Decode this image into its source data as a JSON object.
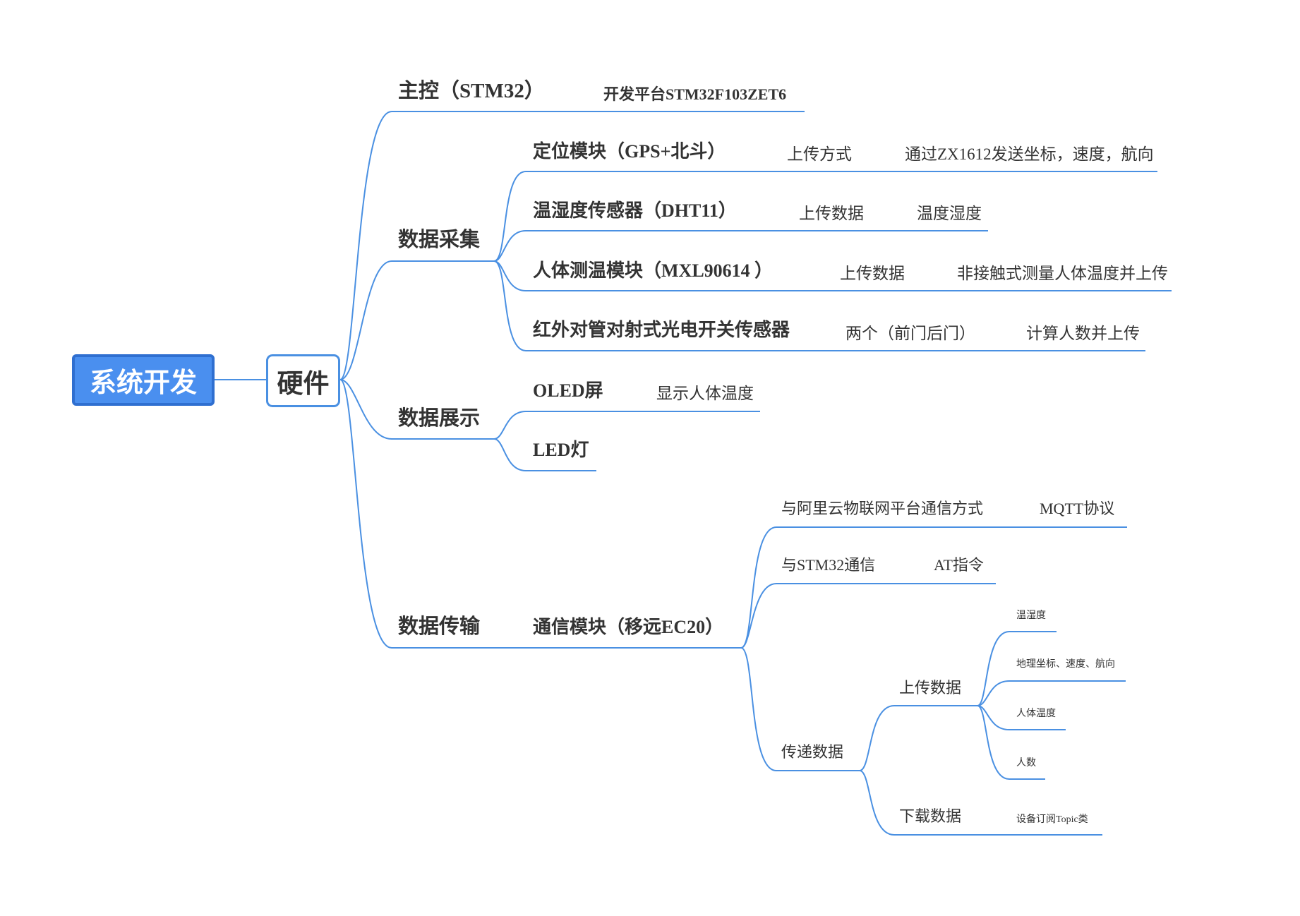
{
  "root": "系统开发",
  "hardware": "硬件",
  "main_control": {
    "label": "主控（STM32）",
    "detail": "开发平台STM32F103ZET6"
  },
  "data_collection": {
    "label": "数据采集",
    "items": [
      {
        "label": "定位模块（GPS+北斗）",
        "mid": "上传方式",
        "detail": "通过ZX1612发送坐标，速度，航向"
      },
      {
        "label": "温湿度传感器（DHT11）",
        "mid": "上传数据",
        "detail": "温度湿度"
      },
      {
        "label": "人体测温模块（MXL90614 ）",
        "mid": "上传数据",
        "detail": "非接触式测量人体温度并上传"
      },
      {
        "label": "红外对管对射式光电开关传感器",
        "mid": "两个（前门后门）",
        "detail": "计算人数并上传"
      }
    ]
  },
  "data_display": {
    "label": "数据展示",
    "items": [
      {
        "label": "OLED屏",
        "detail": "显示人体温度"
      },
      {
        "label": "LED灯"
      }
    ]
  },
  "data_transfer": {
    "label": "数据传输",
    "module": "通信模块（移远EC20）",
    "aliyun": {
      "label": "与阿里云物联网平台通信方式",
      "detail": "MQTT协议"
    },
    "stm32": {
      "label": "与STM32通信",
      "detail": "AT指令"
    },
    "relay": {
      "label": "传递数据",
      "upload": {
        "label": "上传数据",
        "items": [
          "温湿度",
          "地理坐标、速度、航向",
          "人体温度",
          "人数"
        ]
      },
      "download": {
        "label": "下载数据",
        "detail": "设备订阅Topic类"
      }
    }
  }
}
